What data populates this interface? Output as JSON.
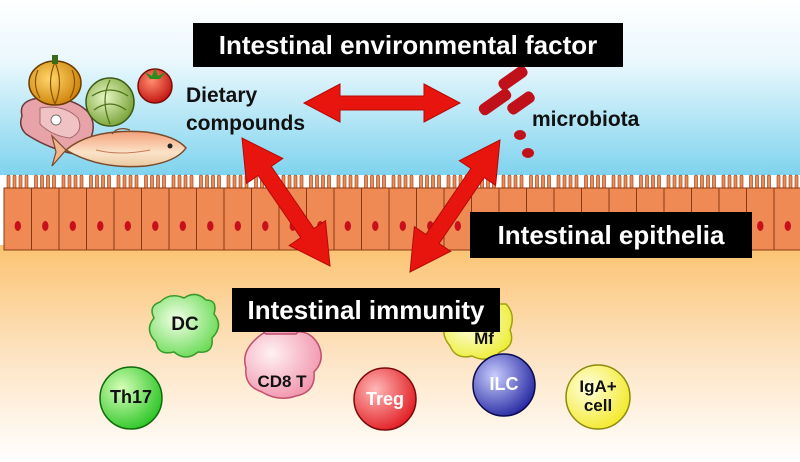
{
  "banners": {
    "environment": "Intestinal environmental factor",
    "epithelia": "Intestinal epithelia",
    "immunity": "Intestinal immunity"
  },
  "labels": {
    "dietary_line1": "Dietary",
    "dietary_line2": "compounds",
    "microbiota": "microbiota"
  },
  "cells": {
    "dc": "DC",
    "cd8t": "CD8 T",
    "mf": "Mf",
    "th17": "Th17",
    "treg": "Treg",
    "ilc": "ILC",
    "iga_line1": "IgA+",
    "iga_line2": "cell"
  },
  "colors": {
    "arrow": "#e8150e",
    "epithelium": "#f08a55",
    "nucleus": "#c8101a",
    "microbe": "#c0101a",
    "sky_top": "#7fd3ee",
    "lumen": "#ffe9ad",
    "tissue": "#fcc97a",
    "banner": "#000000"
  }
}
